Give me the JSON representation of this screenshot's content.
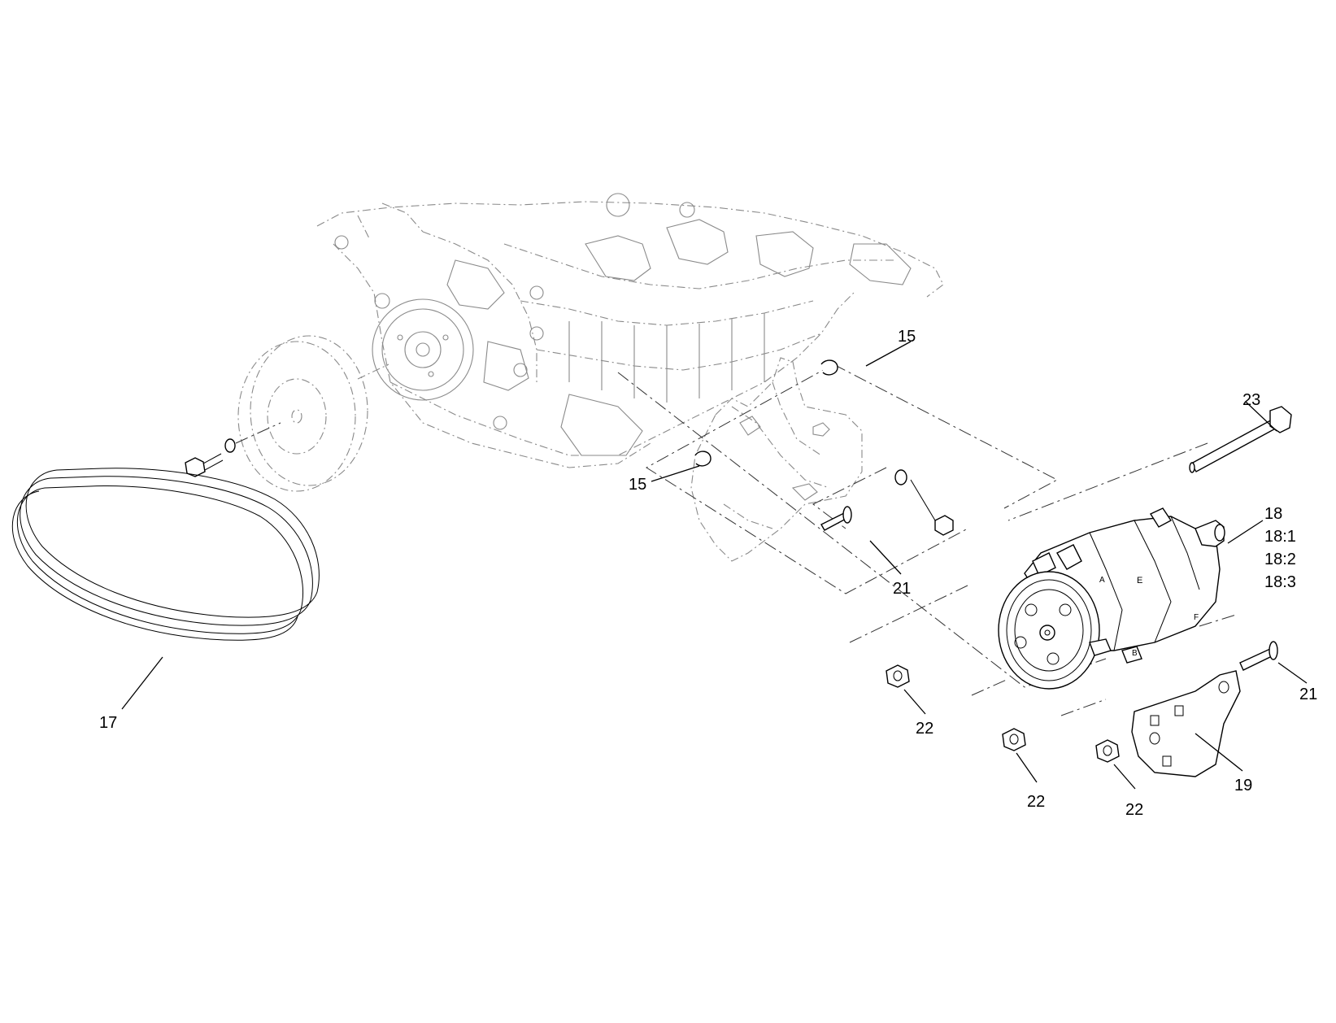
{
  "callouts": {
    "c15a": "15",
    "c15b": "15",
    "c17": "17",
    "c18": "18",
    "c18_1": "18:1",
    "c18_2": "18:2",
    "c18_3": "18:3",
    "c19": "19",
    "c21a": "21",
    "c21b": "21",
    "c22a": "22",
    "c22b": "22",
    "c22c": "22",
    "c23": "23"
  },
  "compressor_markings": {
    "e": "E",
    "a": "A",
    "b": "B",
    "f": "F"
  },
  "colors": {
    "line": "#000000",
    "ghost": "#8a8a8a",
    "background": "#ffffff"
  }
}
